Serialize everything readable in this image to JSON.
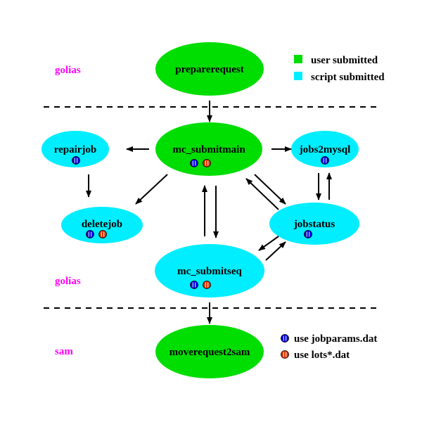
{
  "colors": {
    "user_submitted": "#00dd00",
    "script_submitted": "#00eeff",
    "host_label": "#ff00ff",
    "jobparams_marker": "#0000dd",
    "lots_marker": "#dd3300"
  },
  "hosts": {
    "top": "golias",
    "middle": "golias",
    "bottom": "sam"
  },
  "legend": {
    "user_submitted": "user submitted",
    "script_submitted": "script submitted",
    "jobparams": "use jobparams.dat",
    "lots": "use lots*.dat"
  },
  "nodes": {
    "preparerequest": {
      "label": "preparerequest",
      "kind": "user"
    },
    "mc_submitmain": {
      "label": "mc_submitmain",
      "kind": "user"
    },
    "repairjob": {
      "label": "repairjob",
      "kind": "script"
    },
    "jobs2mysql": {
      "label": "jobs2mysql",
      "kind": "script"
    },
    "deletejob": {
      "label": "deletejob",
      "kind": "script"
    },
    "jobstatus": {
      "label": "jobstatus",
      "kind": "script"
    },
    "mc_submitseq": {
      "label": "mc_submitseq",
      "kind": "script"
    },
    "moverequest2sam": {
      "label": "moverequest2sam",
      "kind": "user"
    }
  }
}
